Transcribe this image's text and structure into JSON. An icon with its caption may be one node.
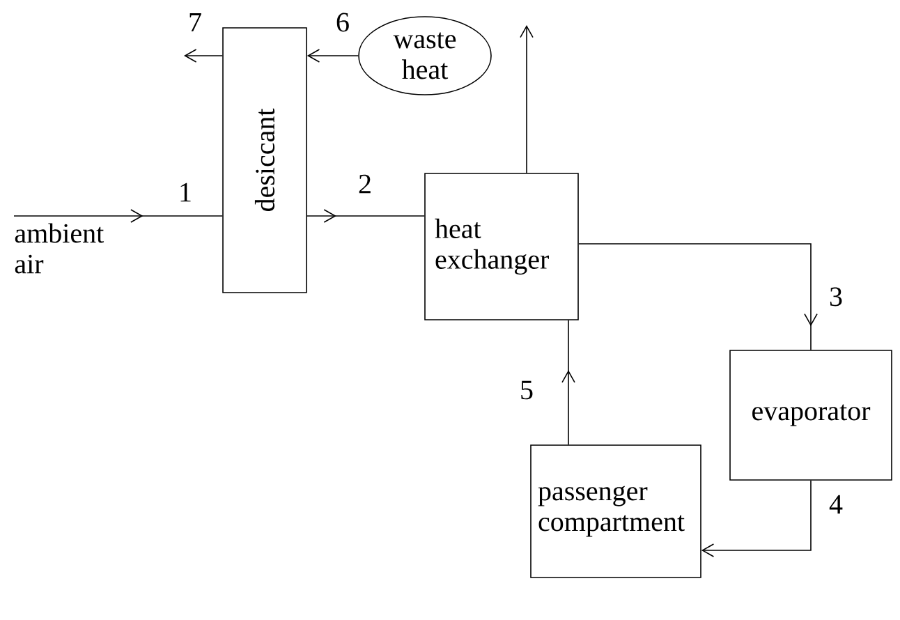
{
  "diagram": {
    "nodes": [
      {
        "text": [
          "ambient air"
        ]
      },
      {
        "text": [
          "desiccant"
        ]
      },
      {
        "text": [
          "waste heat"
        ]
      },
      {
        "text": [
          "heat exchanger"
        ]
      },
      {
        "text": [
          "evaporator"
        ]
      },
      {
        "text": [
          "passenger compartment"
        ]
      }
    ],
    "edges": [
      {
        "from": 0,
        "to": 1,
        "arrow": "to",
        "label": "1"
      },
      {
        "from": 1,
        "to": 3,
        "arrow": "to",
        "label": "2"
      },
      {
        "from": 3,
        "to": 4,
        "arrow": "to",
        "label": "3"
      },
      {
        "from": 4,
        "to": 5,
        "arrow": "to",
        "label": "4"
      },
      {
        "from": 5,
        "to": 3,
        "arrow": "to",
        "label": "5"
      },
      {
        "from": 2,
        "to": 1,
        "arrow": "to",
        "label": "6"
      },
      {
        "from": 1,
        "to": null,
        "arrow": "to",
        "label": "7"
      },
      {
        "from": 3,
        "to": null,
        "arrow": "to"
      }
    ]
  }
}
